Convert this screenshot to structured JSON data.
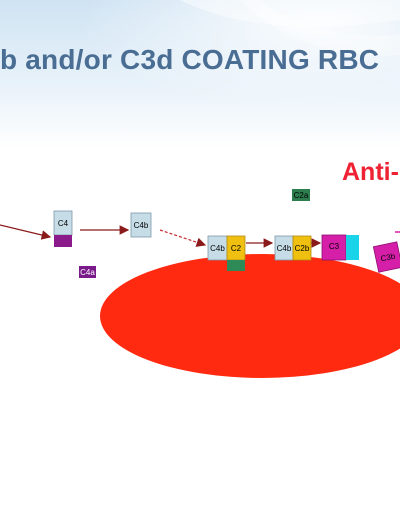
{
  "title": "b and/or C3d COATING RBC",
  "anti_label": "Anti-",
  "components": {
    "c4": "C4",
    "c4a": "C4a",
    "c4b": "C4b",
    "c2a": "C2a",
    "c4b_c2": [
      "C4b",
      "C2"
    ],
    "c4b_c2b": [
      "C4b",
      "C2b"
    ],
    "c3": "C3",
    "c3b": "C3b"
  },
  "colors": {
    "title": "#4a6d93",
    "anti": "#ee2233",
    "rbc": "#ff2a10",
    "c4_box": "#c6dde8",
    "c4_tail": "#8b1a8b",
    "c4a": "#7a1a8a",
    "c2a": "#2e7d4f",
    "c2_yellow": "#f0c010",
    "c2_green": "#2e8b57",
    "c3_magenta": "#d61fa8",
    "c3_cyan": "#19d4e8",
    "arrow": "#8b1a1a",
    "mark": "#d61fa8"
  }
}
